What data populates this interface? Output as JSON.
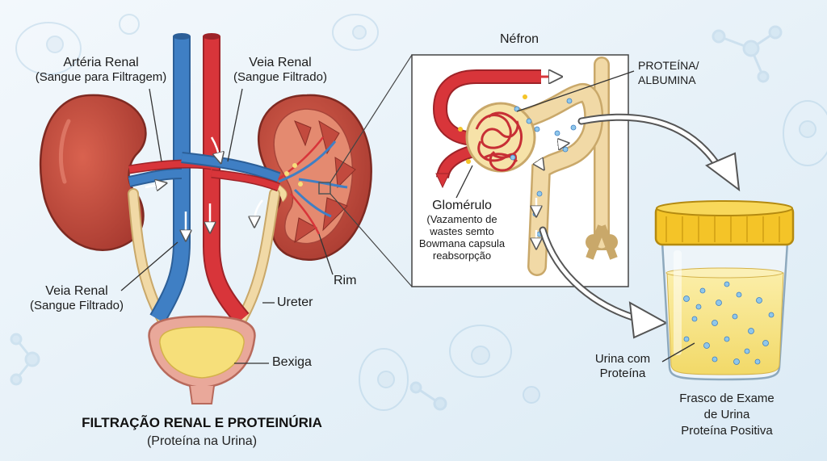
{
  "labels": {
    "renal_artery": "Artéria Renal",
    "renal_artery_sub": "(Sangue para Filtragem)",
    "renal_vein_top": "Veia Renal",
    "renal_vein_top_sub": "(Sangue Filtrado)",
    "renal_vein_bottom": "Veia Renal",
    "renal_vein_bottom_sub": "(Sangue Filtrado)",
    "kidney": "Rim",
    "ureter": "Ureter",
    "bladder": "Bexiga",
    "nephron": "Néfron",
    "protein_line1": "PROTEÍNA/",
    "protein_line2": "ALBUMINA",
    "glomerulus": "Glomérulo",
    "glomerulus_desc": [
      "(Vazamento de",
      "wastes semto",
      "Bowmana capsula",
      "reabsorpção"
    ],
    "urine_line1": "Urina com",
    "urine_line2": "Proteína",
    "jar_line1": "Frasco de Exame",
    "jar_line2": "de Urina",
    "jar_line3": "Proteína Positiva"
  },
  "title": "FILTRAÇÃO RENAL E PROTEINÚRIA",
  "subtitle": "(Proteína na Urina)",
  "colors": {
    "background": "#eaf3fa",
    "kidney": "#c0463b",
    "vein": "#3f7fc4",
    "artery": "#d8353a",
    "ureter": "#f1d9a6",
    "bladder_wall": "#e9a89a",
    "urine": "#f6df7a",
    "jar_lid": "#f4c428",
    "protein": "#8fc7ea"
  }
}
